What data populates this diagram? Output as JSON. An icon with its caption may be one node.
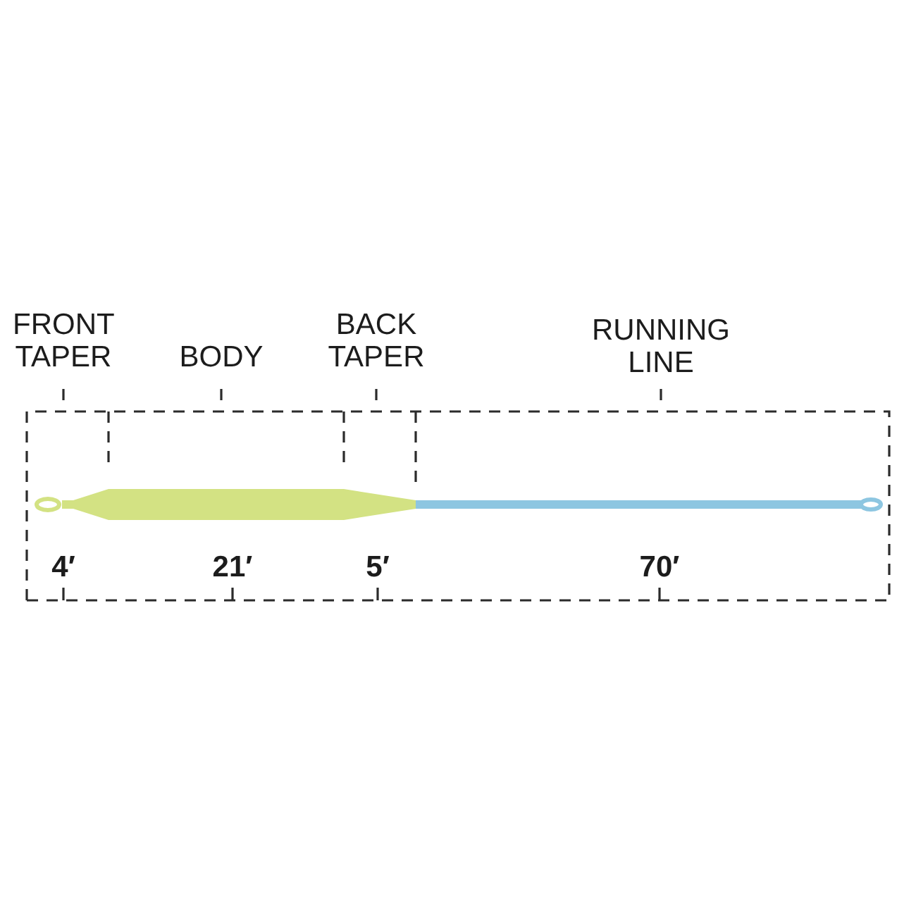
{
  "diagram": {
    "labels": [
      "FRONT TAPER",
      "BODY",
      "BACK TAPER",
      "RUNNING LINE",
      "4′",
      "21′",
      "5′",
      "70′"
    ]
  }
}
